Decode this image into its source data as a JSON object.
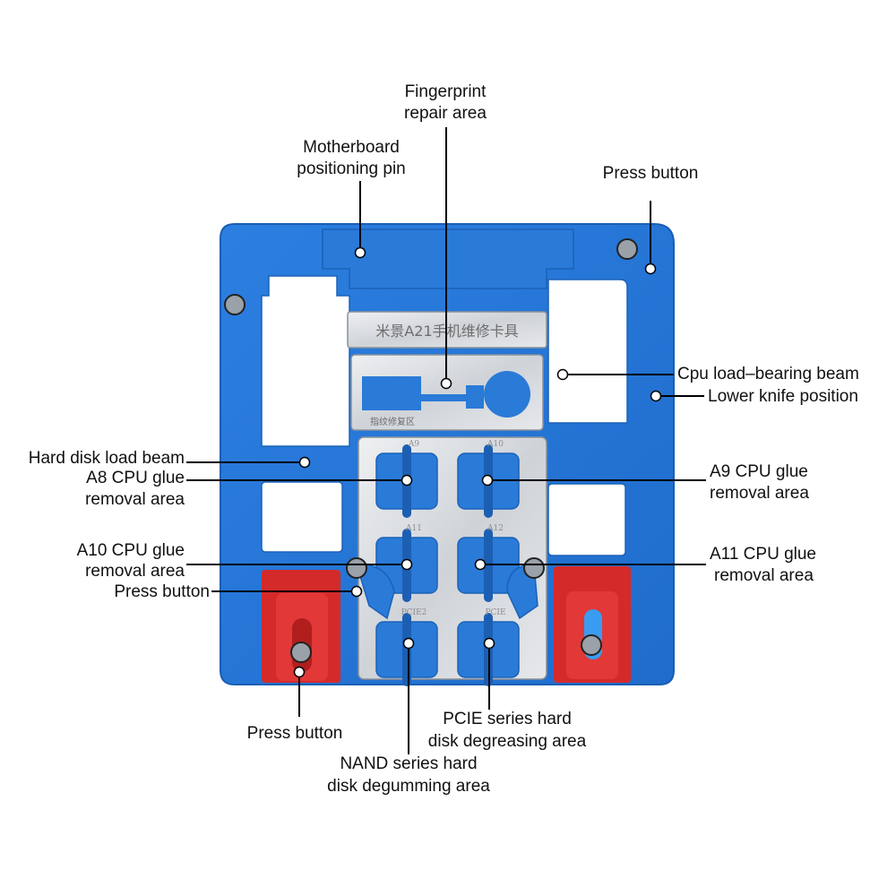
{
  "plate": {
    "brand_text": "米景A21手机维修卡具",
    "fingerprint_text": "指纹修复区",
    "slot_labels": [
      "A9",
      "A10",
      "A11",
      "A12",
      "PCIE2",
      "PCIE"
    ]
  },
  "callouts": [
    {
      "id": "fingerprint",
      "lines": [
        "Fingerprint",
        "repair area"
      ]
    },
    {
      "id": "pin",
      "lines": [
        "Motherboard",
        "positioning pin"
      ]
    },
    {
      "id": "press-top",
      "lines": [
        "Press button"
      ]
    },
    {
      "id": "cpu-beam",
      "lines": [
        "Cpu load–bearing beam"
      ]
    },
    {
      "id": "knife",
      "lines": [
        "Lower knife position"
      ]
    },
    {
      "id": "hdd-beam",
      "lines": [
        "Hard disk load beam"
      ]
    },
    {
      "id": "a8",
      "lines": [
        "A8 CPU glue",
        "removal area"
      ]
    },
    {
      "id": "a9",
      "lines": [
        "A9 CPU glue",
        "removal area"
      ]
    },
    {
      "id": "a10",
      "lines": [
        "A10 CPU glue",
        "removal area"
      ]
    },
    {
      "id": "a11",
      "lines": [
        "A11 CPU glue",
        "removal area"
      ]
    },
    {
      "id": "press-left",
      "lines": [
        "Press button"
      ]
    },
    {
      "id": "press-bottom",
      "lines": [
        "Press button"
      ]
    },
    {
      "id": "pcie",
      "lines": [
        "PCIE series hard",
        "disk degreasing area"
      ]
    },
    {
      "id": "nand",
      "lines": [
        "NAND series hard",
        "disk degumming area"
      ]
    }
  ]
}
